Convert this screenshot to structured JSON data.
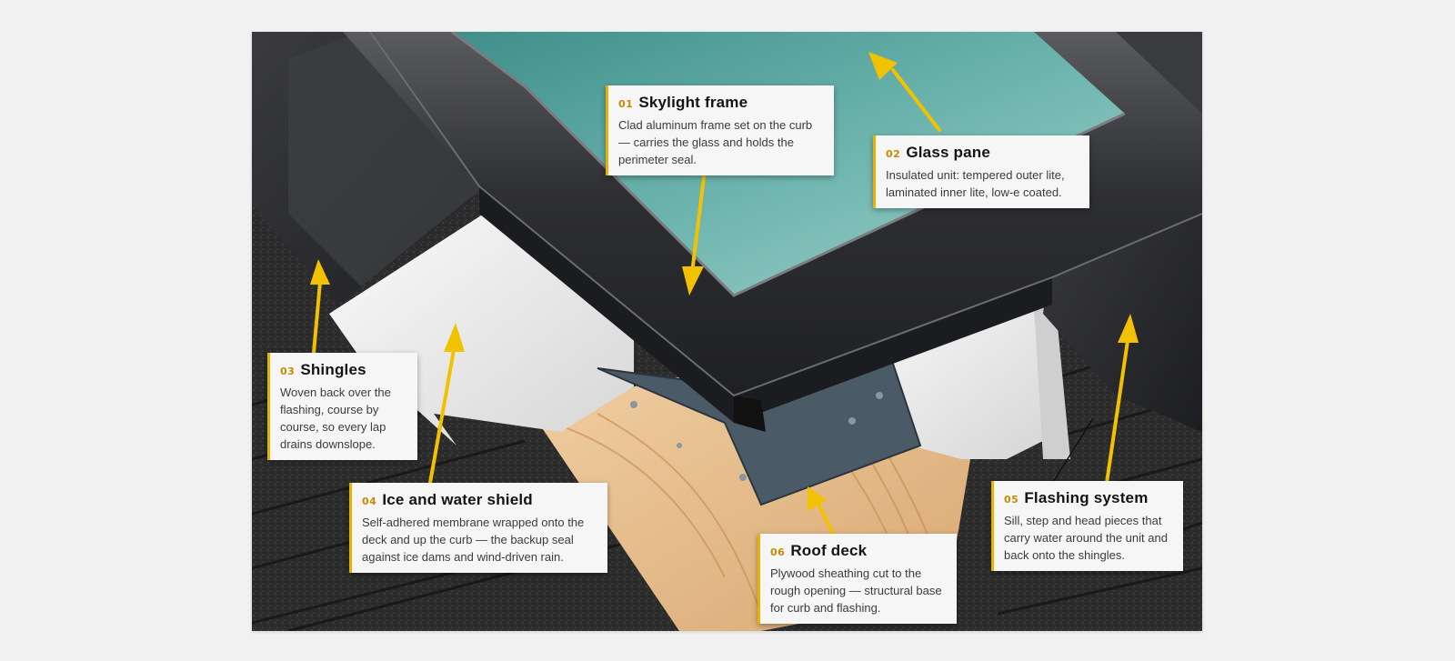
{
  "colors": {
    "page_background": "#f1f1f1",
    "glass": "#63aaa6",
    "frame": "#2f3033",
    "membrane": "#ececec",
    "plywood": "#e5bf8f",
    "shingles": "#2b2b2b",
    "arrow": "#f2c200",
    "number_accent": "#c88a00"
  },
  "callouts": [
    {
      "number": "01",
      "title": "Skylight frame",
      "description": "Clad aluminum frame set on the curb — carries the glass and holds the perimeter seal."
    },
    {
      "number": "02",
      "title": "Glass pane",
      "description": "Insulated unit: tempered outer lite, laminated inner lite, low-e coated."
    },
    {
      "number": "03",
      "title": "Shingles",
      "description": "Woven back over the flashing, course by course, so every lap drains downslope."
    },
    {
      "number": "04",
      "title": "Ice and water shield",
      "description": "Self-adhered membrane wrapped onto the deck and up the curb — the backup seal against ice dams and wind-driven rain."
    },
    {
      "number": "05",
      "title": "Flashing system",
      "description": "Sill, step and head pieces that carry water around the unit and back onto the shingles."
    },
    {
      "number": "06",
      "title": "Roof deck",
      "description": "Plywood sheathing cut to the rough opening — structural base for curb and flashing."
    }
  ]
}
